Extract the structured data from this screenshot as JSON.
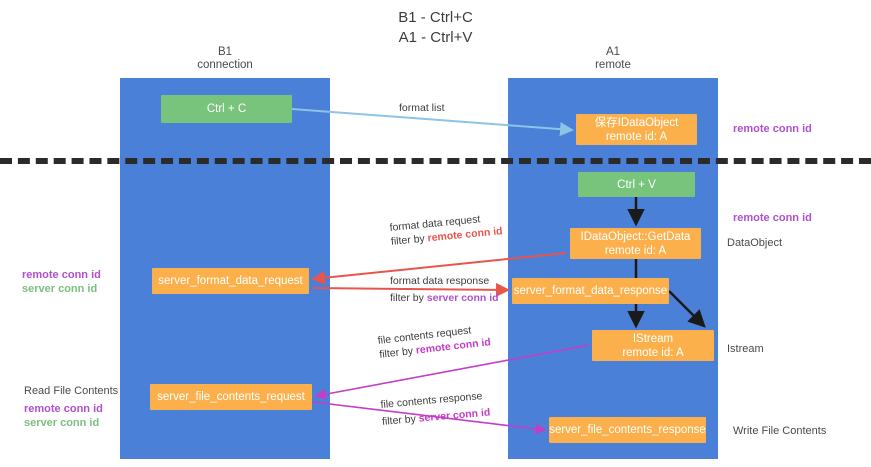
{
  "title": {
    "line1": "B1 - Ctrl+C",
    "line2": "A1 - Ctrl+V"
  },
  "lanes": [
    {
      "id": "b1",
      "name": "B1",
      "role": "connection",
      "color": "#4a80d8"
    },
    {
      "id": "a1",
      "name": "A1",
      "role": "remote",
      "color": "#4a80d8"
    }
  ],
  "nodes": {
    "ctrl_c": {
      "line1": "Ctrl + C",
      "color": "#78c47d"
    },
    "save_idataobject": {
      "line1": "保存IDataObject",
      "line2": "remote id: A",
      "color": "#fbb04c"
    },
    "ctrl_v": {
      "line1": "Ctrl + V",
      "color": "#78c47d"
    },
    "getdata": {
      "line1": "IDataObject::GetData",
      "line2": "remote id: A",
      "color": "#fbb04c"
    },
    "server_format_data_request": {
      "line1": "server_format_data_request",
      "color": "#fbb04c"
    },
    "server_format_data_response": {
      "line1": "server_format_data_response",
      "color": "#fbb04c"
    },
    "istream": {
      "line1": "IStream",
      "line2": "remote id: A",
      "color": "#fbb04c"
    },
    "server_file_contents_request": {
      "line1": "server_file_contents_request",
      "color": "#fbb04c"
    },
    "server_file_contents_response": {
      "line1": "server_file_contents_response",
      "color": "#fbb04c"
    }
  },
  "edge_labels": {
    "format_list": "format list",
    "format_data_request": "format data request",
    "format_data_request_filter_prefix": "filter by ",
    "format_data_request_filter_key": "remote conn id",
    "format_data_response": "format data response",
    "format_data_response_filter_prefix": "filter by ",
    "format_data_response_filter_key": "server conn id",
    "file_contents_request": "file contents request",
    "file_contents_request_filter_prefix": "filter by ",
    "file_contents_request_filter_key": "remote conn id",
    "file_contents_response": "file contents response",
    "file_contents_response_filter_prefix": "filter by ",
    "file_contents_response_filter_key": "server conn id"
  },
  "annotations": {
    "right_remote_conn_id_top": "remote conn id",
    "right_remote_conn_id_mid": "remote conn id",
    "right_dataobject": "DataObject",
    "right_istream": "Istream",
    "right_write_file_contents": "Write File Contents",
    "left_remote_conn_id_1": "remote conn id",
    "left_server_conn_id_1": "server conn id",
    "left_read_file_contents": "Read File Contents",
    "left_remote_conn_id_2": "remote conn id",
    "left_server_conn_id_2": "server conn id"
  },
  "colors": {
    "lane": "#4a80d8",
    "node_green": "#78c47d",
    "node_orange": "#fbb04c",
    "purple": "#b24fd0",
    "green_text": "#7cbf80",
    "arrow_blue": "#8ec3e8",
    "arrow_red": "#e8554d",
    "arrow_black": "#1a1a1a",
    "arrow_magenta": "#c33ec7",
    "divider": "#2b2b2b"
  }
}
